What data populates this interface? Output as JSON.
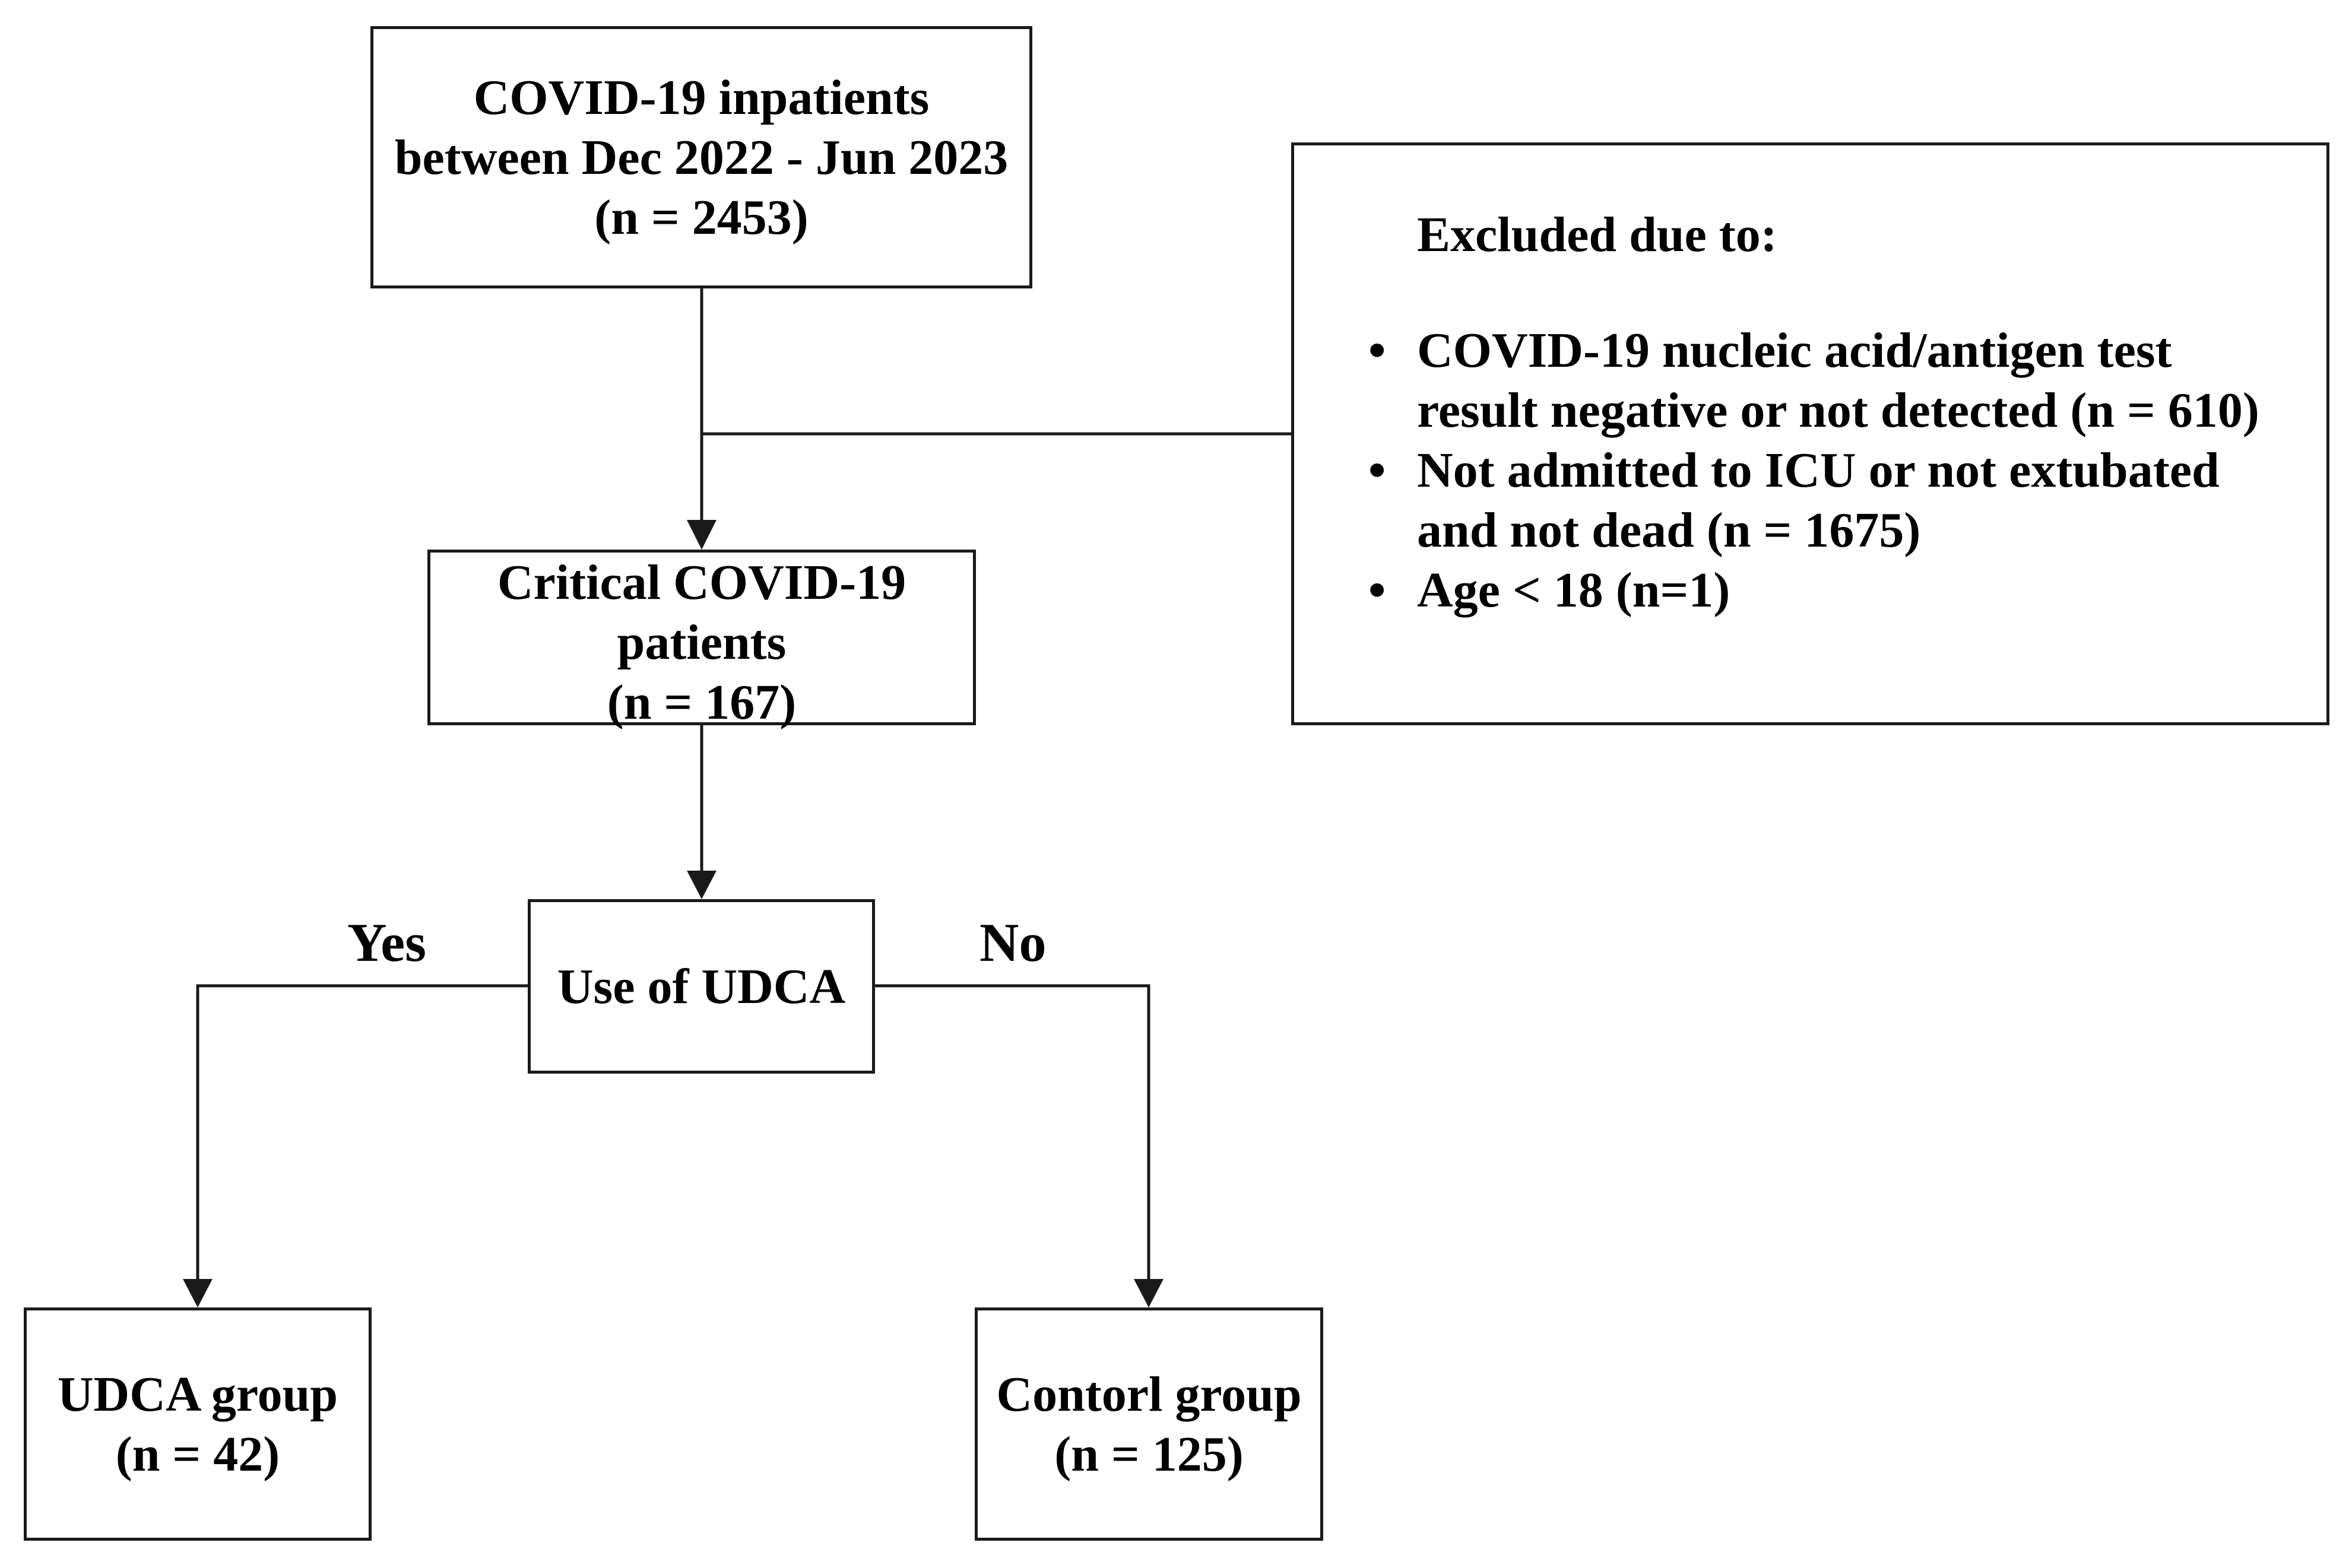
{
  "boxes": {
    "inpatients": {
      "lines": [
        "COVID-19 inpatients",
        "between Dec 2022 - Jun 2023",
        "(n = 2453)"
      ]
    },
    "excluded": {
      "title": "Excluded due to:",
      "items": [
        {
          "lines": [
            "COVID-19 nucleic acid/antigen test",
            "result negative or not detected (n = 610)"
          ]
        },
        {
          "lines": [
            "Not admitted to ICU or not extubated",
            "and not dead (n = 1675)"
          ]
        },
        {
          "lines": [
            "Age < 18 (n=1)"
          ]
        }
      ]
    },
    "critical": {
      "lines": [
        "Critical COVID-19",
        "patients",
        "(n = 167)"
      ]
    },
    "udca_use": {
      "lines": [
        "Use of UDCA"
      ]
    },
    "udca_group": {
      "lines": [
        "UDCA group",
        "(n = 42)"
      ]
    },
    "control_group": {
      "lines": [
        "Contorl group",
        "(n = 125)"
      ]
    }
  },
  "branches": {
    "yes": "Yes",
    "no": "No"
  },
  "bullet_glyph": "•",
  "colors": {
    "stroke": "#1a1a1a",
    "background": "#ffffff",
    "text": "#000000"
  }
}
